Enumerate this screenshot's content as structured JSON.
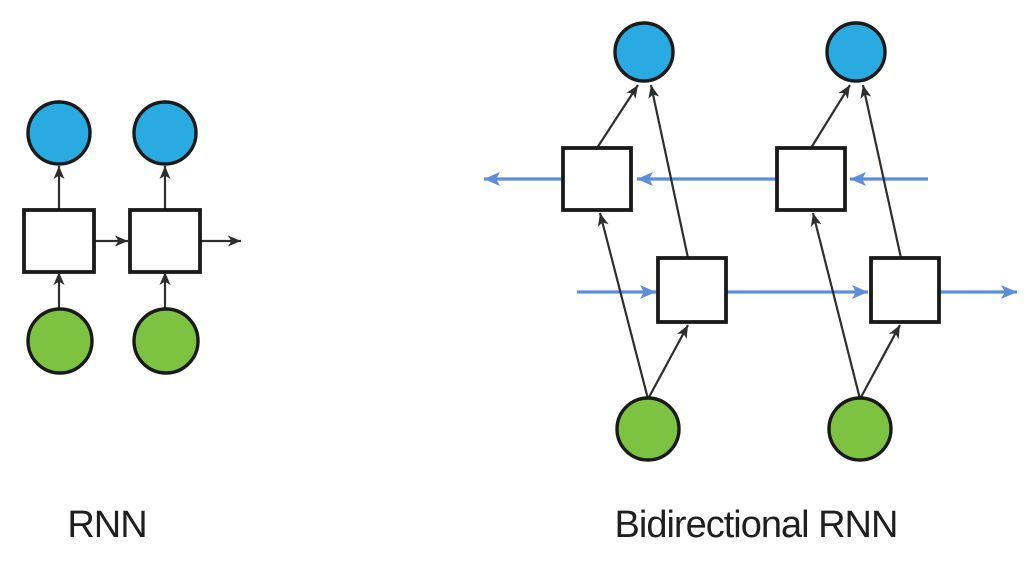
{
  "diagrams": [
    {
      "title": "RNN",
      "type": "neural-network-diagram",
      "timesteps": 2,
      "layers": [
        "input",
        "hidden",
        "output"
      ],
      "node_styles": {
        "input": "green circle",
        "hidden": "white square",
        "output": "blue circle"
      },
      "connections": [
        "input -> hidden (black up arrow)",
        "hidden -> output (black up arrow)",
        "hidden -> next hidden (black rightward arrow)",
        "last hidden -> exit right (black rightward arrow)"
      ]
    },
    {
      "title": "Bidirectional RNN",
      "type": "neural-network-diagram",
      "timesteps": 2,
      "layers": [
        "input",
        "forward-hidden",
        "backward-hidden",
        "output"
      ],
      "node_styles": {
        "input": "green circle",
        "forward-hidden": "white square",
        "backward-hidden": "white square",
        "output": "blue circle"
      },
      "connections": [
        "input -> forward-hidden (black diagonal arrow)",
        "input -> backward-hidden (black diagonal arrow)",
        "forward-hidden -> output (black diagonal arrow)",
        "backward-hidden -> output (black diagonal arrow)",
        "forward-hidden -> forward-hidden (blue rightward arrows)",
        "backward-hidden -> backward-hidden (blue leftward arrows)"
      ]
    }
  ],
  "colors": {
    "background": "#ffffff",
    "output_node": "#29abe2",
    "input_node": "#7ec242",
    "hidden_node": "#ffffff",
    "node_border": "#1a1a1a",
    "black_arrow": "#2e2e2e",
    "blue_arrow": "#5f8ed8",
    "label_text": "#1f1f1f"
  }
}
